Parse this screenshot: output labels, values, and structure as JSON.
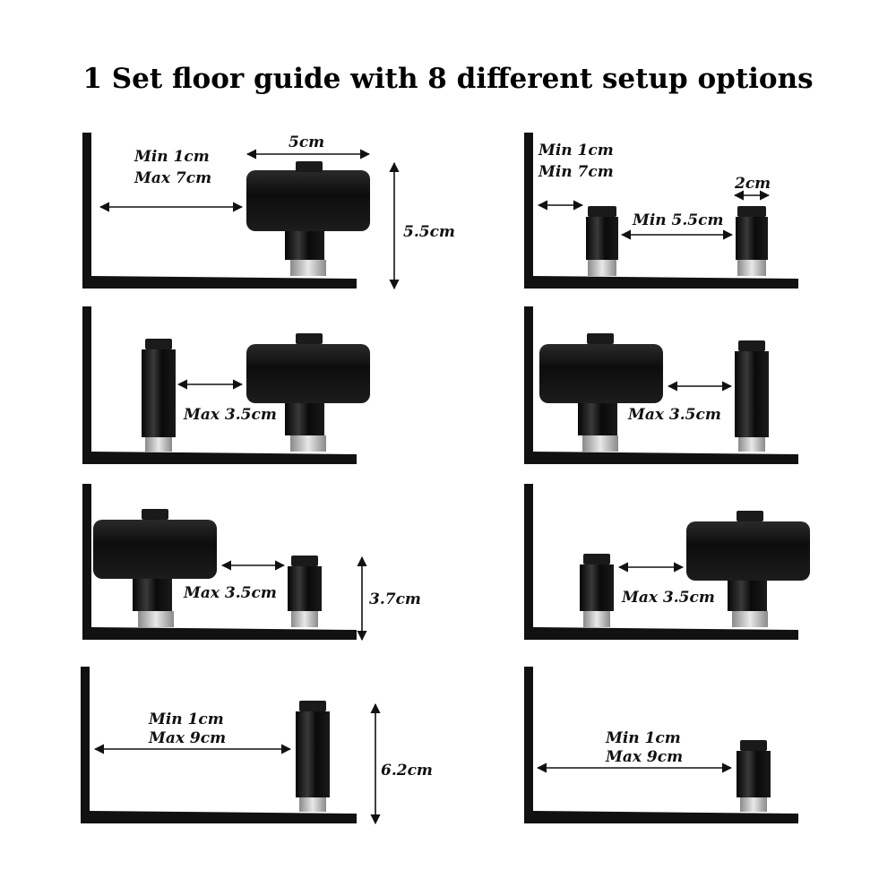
{
  "title": "1 Set floor guide with 8 different setup options",
  "colors": {
    "metal": "#111111",
    "nut": "#c9c9c9",
    "arrow": "#111111"
  },
  "panels": [
    {
      "id": "p1",
      "labels": [
        "Min 1cm",
        "Max 7cm",
        "5cm",
        "5.5cm"
      ]
    },
    {
      "id": "p2",
      "labels": [
        "Min 1cm",
        "Min 7cm",
        "2cm",
        "Min 5.5cm"
      ]
    },
    {
      "id": "p3",
      "labels": [
        "Max 3.5cm"
      ]
    },
    {
      "id": "p4",
      "labels": [
        "Max 3.5cm"
      ]
    },
    {
      "id": "p5",
      "labels": [
        "Max 3.5cm",
        "3.7cm"
      ]
    },
    {
      "id": "p6",
      "labels": [
        "Max 3.5cm"
      ]
    },
    {
      "id": "p7",
      "labels": [
        "Min 1cm",
        "Max 9cm",
        "6.2cm"
      ]
    },
    {
      "id": "p8",
      "labels": [
        "Min 1cm",
        "Max 9cm"
      ]
    }
  ]
}
